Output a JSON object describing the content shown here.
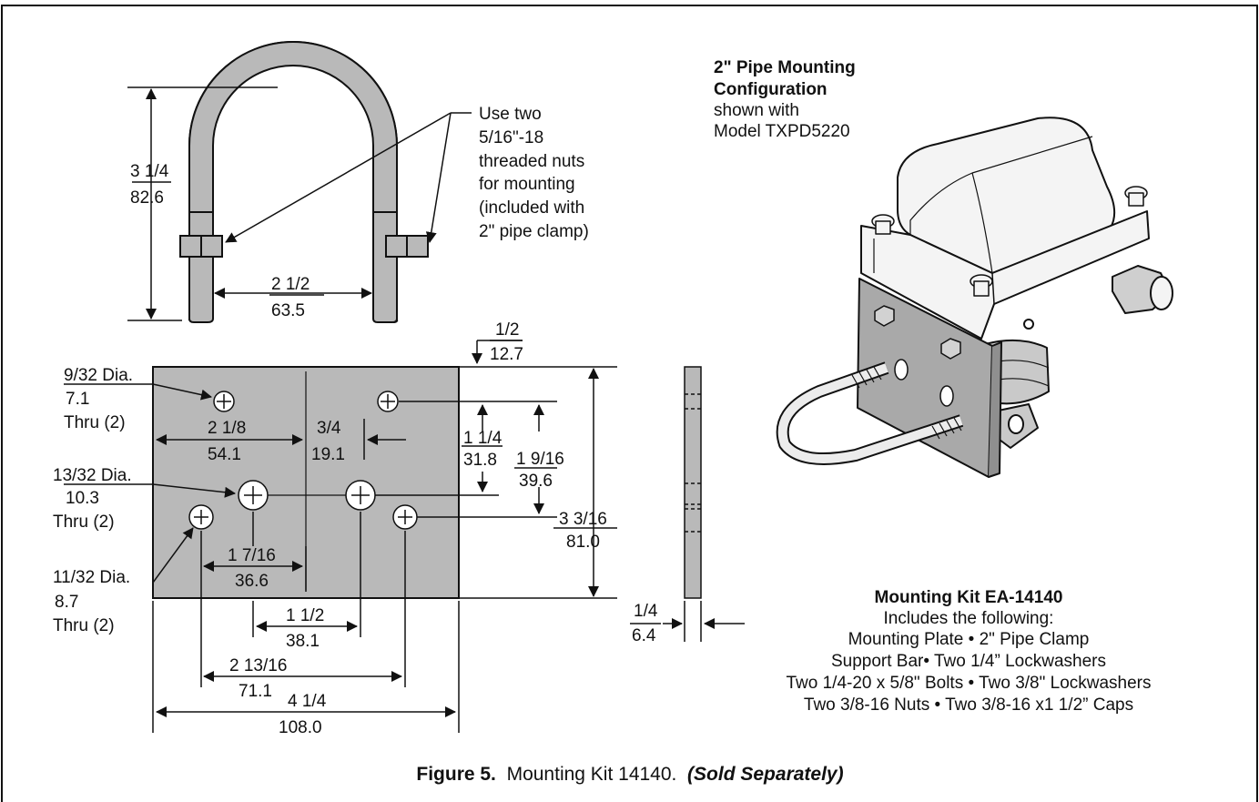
{
  "colors": {
    "plate": "#b9b9b9",
    "line": "#111111",
    "photo_body": "#f4f4f4",
    "photo_plate": "#a9a9a9"
  },
  "ubolt": {
    "height_in": "3 1/4",
    "height_mm": "82.6",
    "width_in": "2 1/2",
    "width_mm": "63.5",
    "note": [
      "Use two",
      "5/16\"-18",
      "threaded nuts",
      "for mounting",
      "(included with",
      "2\" pipe clamp)"
    ]
  },
  "plate": {
    "top_in": "1/2",
    "top_mm": "12.7",
    "hole_small_label": "9/32 Dia.",
    "hole_small_mm": "7.1",
    "hole_small_thru": "Thru (2)",
    "hole_large_label": "13/32 Dia.",
    "hole_large_mm": "10.3",
    "hole_large_thru": "Thru (2)",
    "hole_med_label": "11/32 Dia.",
    "hole_med_mm": "8.7",
    "hole_med_thru": "Thru (2)",
    "d_2_1_8_in": "2 1/8",
    "d_2_1_8_mm": "54.1",
    "d_3_4_in": "3/4",
    "d_3_4_mm": "19.1",
    "d_1_1_4_in": "1 1/4",
    "d_1_1_4_mm": "31.8",
    "d_1_9_16_in": "1 9/16",
    "d_1_9_16_mm": "39.6",
    "d_3_3_16_in": "3 3/16",
    "d_3_3_16_mm": "81.0",
    "d_1_7_16_in": "1 7/16",
    "d_1_7_16_mm": "36.6",
    "d_1_1_2_in": "1 1/2",
    "d_1_1_2_mm": "38.1",
    "d_2_13_16_in": "2 13/16",
    "d_2_13_16_mm": "71.1",
    "d_4_1_4_in": "4 1/4",
    "d_4_1_4_mm": "108.0"
  },
  "side": {
    "thick_in": "1/4",
    "thick_mm": "6.4"
  },
  "config": {
    "title1": "2\" Pipe Mounting",
    "title2": "Configuration",
    "line3": "shown with",
    "line4": "Model TXPD5220"
  },
  "kit": {
    "title": "Mounting Kit  EA-14140",
    "lines": [
      "Includes the following:",
      "Mounting Plate • 2\" Pipe Clamp",
      "Support Bar•  Two 1/4” Lockwashers",
      "Two 1/4-20 x 5/8\" Bolts • Two 3/8\" Lockwashers",
      "Two 3/8-16 Nuts • Two 3/8-16 x1 1/2” Caps"
    ]
  },
  "caption": {
    "figure": "Figure 5.",
    "text": "  Mounting Kit 14140.  ",
    "note": "(Sold Separately)"
  }
}
